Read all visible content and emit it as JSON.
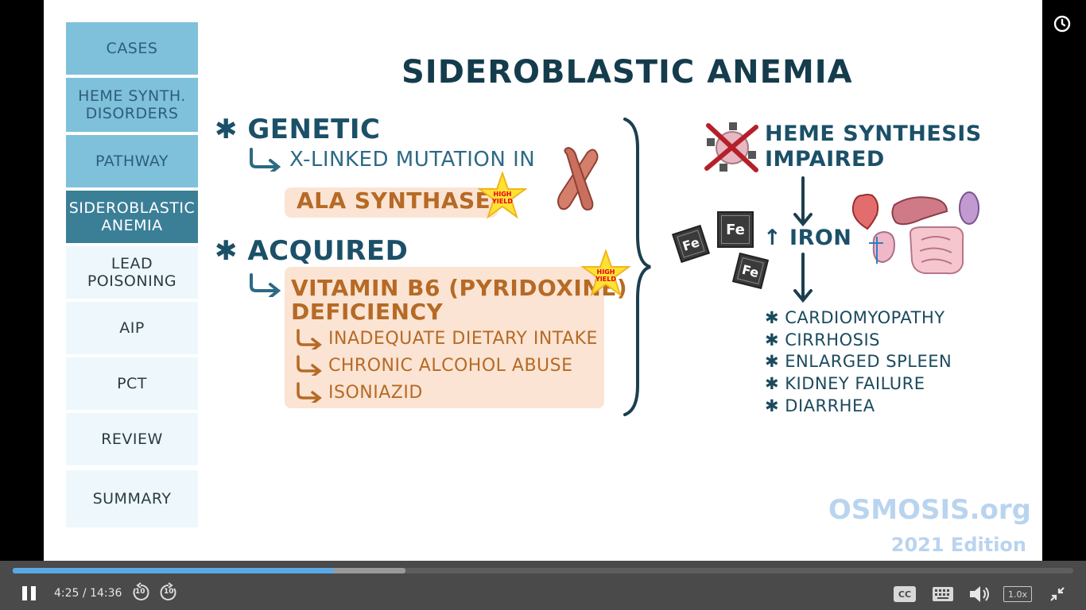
{
  "sidebar": {
    "items": [
      {
        "label": "CASES"
      },
      {
        "label": "HEME SYNTH. DISORDERS"
      },
      {
        "label": "PATHWAY"
      },
      {
        "label": "SIDEROBLASTIC ANEMIA"
      },
      {
        "label": "LEAD POISONING"
      },
      {
        "label": "AIP"
      },
      {
        "label": "PCT"
      },
      {
        "label": "REVIEW"
      },
      {
        "label": "SUMMARY"
      }
    ]
  },
  "slide": {
    "title": "SIDEROBLASTIC ANEMIA",
    "genetic": {
      "heading": "✱ GENETIC",
      "sub": "X-LINKED MUTATION IN",
      "enzyme": "ALA SYNTHASE",
      "badge": "HIGH YIELD"
    },
    "acquired": {
      "heading": "✱ ACQUIRED",
      "main_line1": "VITAMIN B6 (PYRIDOXINE)",
      "main_line2": "DEFICIENCY",
      "badge": "HIGH YIELD",
      "causes": [
        "INADEQUATE DIETARY INTAKE",
        "CHRONIC ALCOHOL ABUSE",
        "ISONIAZID"
      ]
    },
    "heme": {
      "line1": "HEME SYNTHESIS",
      "line2": "IMPAIRED"
    },
    "iron": "↑ IRON",
    "fe_label": "Fe",
    "consequences": [
      "✱ CARDIOMYOPATHY",
      "✱ CIRRHOSIS",
      "✱ ENLARGED SPLEEN",
      "✱ KIDNEY FAILURE",
      "✱ DIARRHEA"
    ],
    "watermark": {
      "brand": "OSMOSIS.org",
      "edition": "2021 Edition"
    }
  },
  "player": {
    "current_time": "4:25",
    "separator": "/",
    "duration": "14:36",
    "played_fraction": 0.303,
    "buffered_fraction": 0.37,
    "rewind_label": "10",
    "forward_label": "10",
    "cc_label": "CC",
    "speed_label": "1.0x",
    "accent_color": "#5aa9e6"
  }
}
